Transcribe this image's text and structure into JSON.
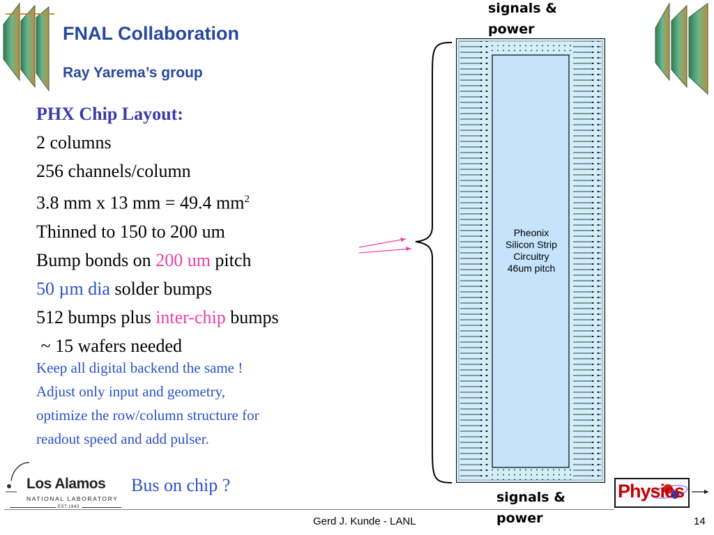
{
  "slide": {
    "title": "FNAL Collaboration",
    "subtitle": "Ray Yarema’s group",
    "layout": {
      "heading": "PHX Chip Layout:",
      "line1": "2 columns",
      "line2": "256 channels/column",
      "line3_main": "3.8 mm x 13 mm = 49.4 mm",
      "line3_sup": "2",
      "line4": "Thinned to 150 to 200 um",
      "line5_pre": "Bump bonds on ",
      "line5_hl": "200 um",
      "line5_post": " pitch",
      "line6_hl": "50 µm dia",
      "line6_post": " solder bumps",
      "line7_pre": "512 bumps plus ",
      "line7_hl": "inter-chip",
      "line7_post": " bumps",
      "line8": " ~ 15 wafers needed"
    },
    "notes": [
      "Keep all digital backend the same !",
      "Adjust only input and geometry,",
      "optimize the row/column structure for",
      "readout speed and add pulser."
    ],
    "bus_question": "Bus on chip ?"
  },
  "diagram": {
    "signals_top": [
      "signals &",
      "power"
    ],
    "signals_bottom": [
      "signals &",
      "power"
    ],
    "chip_label": [
      "Pheonix",
      "Silicon Strip",
      "Circuitry",
      "46um pitch"
    ]
  },
  "logos": {
    "lanl_name": "Los Alamos",
    "lanl_sub": "NATIONAL LABORATORY",
    "lanl_est": "EST.1943",
    "physics": "Physics"
  },
  "footer": {
    "author": "Gerd J. Kunde - LANL",
    "page": "14"
  },
  "colors": {
    "title": "#27489a",
    "highlight_pink": "#ef3ea3",
    "highlight_blue": "#2a52c8",
    "chip_fill": "#c5e3fb",
    "chip_frame": "#d2eef8"
  }
}
